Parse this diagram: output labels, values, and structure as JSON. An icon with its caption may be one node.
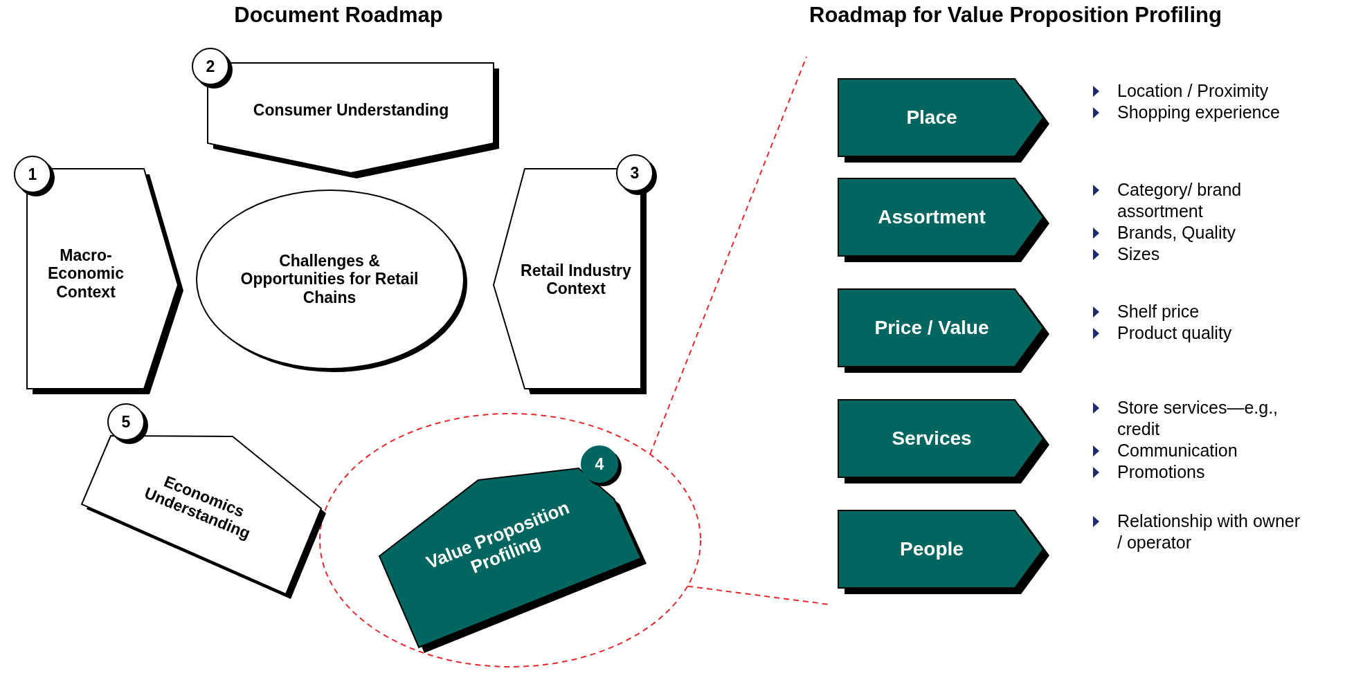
{
  "diagram": {
    "nodes": [
      {
        "text": [
          "1",
          "Macro-Economic Context"
        ]
      },
      {
        "text": [
          "2",
          "Consumer Understanding"
        ]
      },
      {
        "text": [
          "3",
          "Retail Industry Context"
        ]
      },
      {
        "text": [],
        "shape": "circle"
      },
      {
        "text": [
          "4",
          "Value Proposition Profiling"
        ],
        "in": 3
      },
      {
        "text": [
          "5",
          "Economics Understanding"
        ]
      },
      {
        "text": [
          "Challenges & Opportunities for Retail Chains"
        ]
      },
      {
        "text": [
          "Place"
        ],
        "beside": [
          "Location / Proximity",
          "Shopping experience"
        ]
      },
      {
        "text": [
          "Assortment"
        ],
        "beside": [
          "Category/ brand assortment",
          "Brands, Quality",
          "Sizes"
        ]
      },
      {
        "text": [
          "Price  / Value"
        ],
        "beside": [
          "Shelf price",
          "Product quality"
        ]
      },
      {
        "text": [
          "Services"
        ],
        "beside": [
          "Store services—e.g., credit",
          "Communication",
          "Promotions"
        ]
      },
      {
        "text": [
          "People"
        ],
        "beside": [
          "Relationship with owner / operator"
        ]
      }
    ],
    "edges": [
      {
        "from": 3,
        "to": null,
        "arrow": "none",
        "style": "dashed",
        "color": "#e8262b"
      },
      {
        "from": 3,
        "to": null,
        "arrow": "none",
        "style": "dashed",
        "color": "#e8262b"
      }
    ],
    "labels": [
      "Document Roadmap",
      "Roadmap for Value Proposition Profiling"
    ]
  }
}
